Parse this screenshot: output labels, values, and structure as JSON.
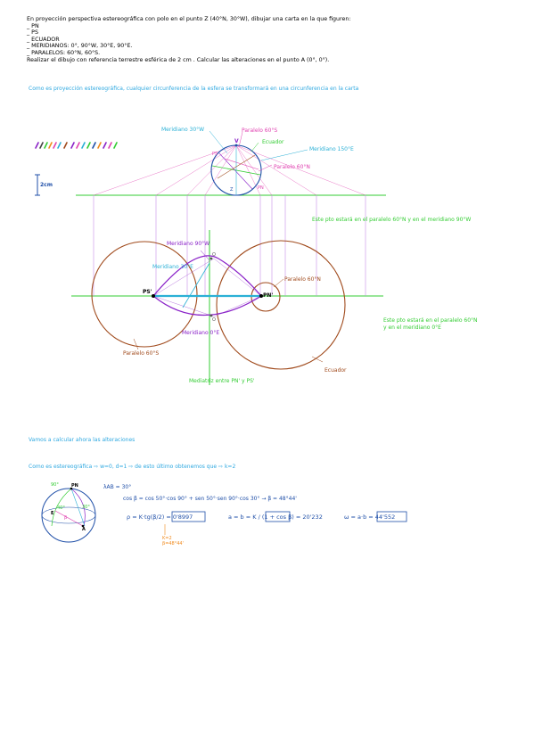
{
  "header": {
    "line1": "En proyección perspectiva estereográfica con polo en el punto Z (40°N, 30°W), dibujar una carta en la que figuren:",
    "items": [
      "_ PN",
      "_ PS",
      "_ ECUADOR",
      "_ MERIDIANOS: 0°, 90°W, 30°E, 90°E.",
      "_ PARALELOS: 60°N, 60°S."
    ],
    "line_last": "Realizar el dibujo con referencia terrestre esférica de 2 cm . Calcular las alteraciones en el punto A (0°, 0°)."
  },
  "note_top": "Como es proyección estereográfica, cualquier circunferencia de la esfera se transformará en una circunferencia en la carta",
  "scale_label": "2cm",
  "small_sphere": {
    "meridiano_30w": "Meridiano 30°W",
    "paralelo_60s": "Paralelo 60°S",
    "ecuador": "Ecuador",
    "meridiano_150e": "Meridiano 150°E",
    "paralelo_60n": "Paralelo 60°N",
    "v": "V",
    "ps": "PS",
    "pn": "PN",
    "z": "Z"
  },
  "carta": {
    "meridiano_90w": "Meridiano 90°W",
    "meridiano_30e": "Meridiano 30°E",
    "paralelo_60n": "Paralelo 60°N",
    "ps_prime": "PS'",
    "pn_prime": "PN'",
    "meridiano_0e": "Meridiano 0°E",
    "paralelo_60s": "Paralelo 60°S",
    "ecuador": "Ecuador",
    "mediatriz": "Mediatriz entre PN' y PS'",
    "o_top": "O",
    "o_bottom": "O",
    "note_right_top": "Este pto estará en el paralelo 60°N y en el meridiano 90°W",
    "note_right_bottom": "Este pto estará en el paralelo 60°N y en el meridiano 0°E"
  },
  "calc": {
    "intro": "Vamos a calcular ahora las alteraciones",
    "conditions": "Como es estereográfica ⇨ w=0, d=1 ⇨ de esto último obtenemos que ⇨ k=2",
    "lambda": "λAB = 30°",
    "sphere_90": "90°",
    "sphere_pn": "PN",
    "sphere_40": "40°",
    "sphere_e": "E",
    "sphere_b": "β",
    "sphere_30": "30°",
    "sphere_a": "A",
    "cos_formula": "cos β = cos 50°·cos 90° + sen 50°·sen 90°·cos 30° → β = 48°44'",
    "rho_formula": "ρ = K·tg(β/2) = 0'8997",
    "k_note": "K=2",
    "beta_note": "β=48°44'",
    "ab_formula": "a = b = K / (1 + cos β) = 20'232",
    "omega_formula": "ω = a·b = 44'552"
  },
  "colors": {
    "green": "#33cc33",
    "purple": "#8a22c8",
    "brown": "#a04a1c",
    "cyan": "#2bb0d6",
    "magenta": "#e040b0",
    "blue": "#1f4fa8",
    "orange": "#f08a1c"
  }
}
